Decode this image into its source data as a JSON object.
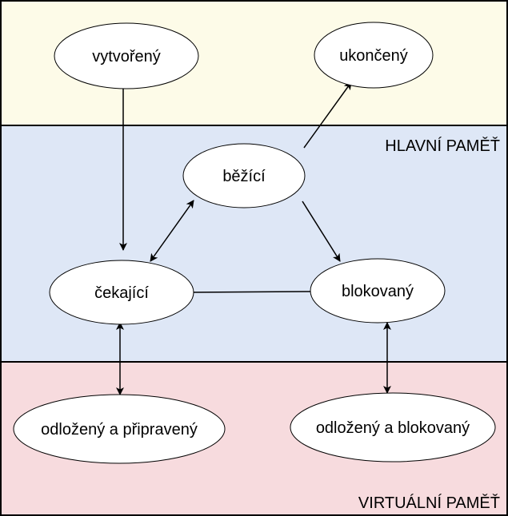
{
  "zones": {
    "top": {
      "label": "",
      "color": "#fdfbe8"
    },
    "main_memory": {
      "label": "HLAVNÍ PAMĚŤ",
      "color": "#dee7f6"
    },
    "virtual_memory": {
      "label": "VIRTUÁLNÍ PAMĚŤ",
      "color": "#f7dbde"
    }
  },
  "nodes": {
    "created": {
      "label": "vytvořený"
    },
    "terminated": {
      "label": "ukončený"
    },
    "running": {
      "label": "běžící"
    },
    "waiting": {
      "label": "čekající"
    },
    "blocked": {
      "label": "blokovaný"
    },
    "suspended_ready": {
      "label": "odložený a připravený"
    },
    "suspended_blocked": {
      "label": "odložený a blokovaný"
    }
  },
  "edges": [
    {
      "from": "created",
      "to": "waiting",
      "bidirectional": false
    },
    {
      "from": "running",
      "to": "terminated",
      "bidirectional": false
    },
    {
      "from": "running",
      "to": "waiting",
      "bidirectional": true
    },
    {
      "from": "running",
      "to": "blocked",
      "bidirectional": false
    },
    {
      "from": "blocked",
      "to": "waiting",
      "bidirectional": false
    },
    {
      "from": "waiting",
      "to": "suspended_ready",
      "bidirectional": true
    },
    {
      "from": "blocked",
      "to": "suspended_blocked",
      "bidirectional": true
    }
  ],
  "colors": {
    "node_fill": "#ffffff",
    "stroke": "#000000"
  }
}
